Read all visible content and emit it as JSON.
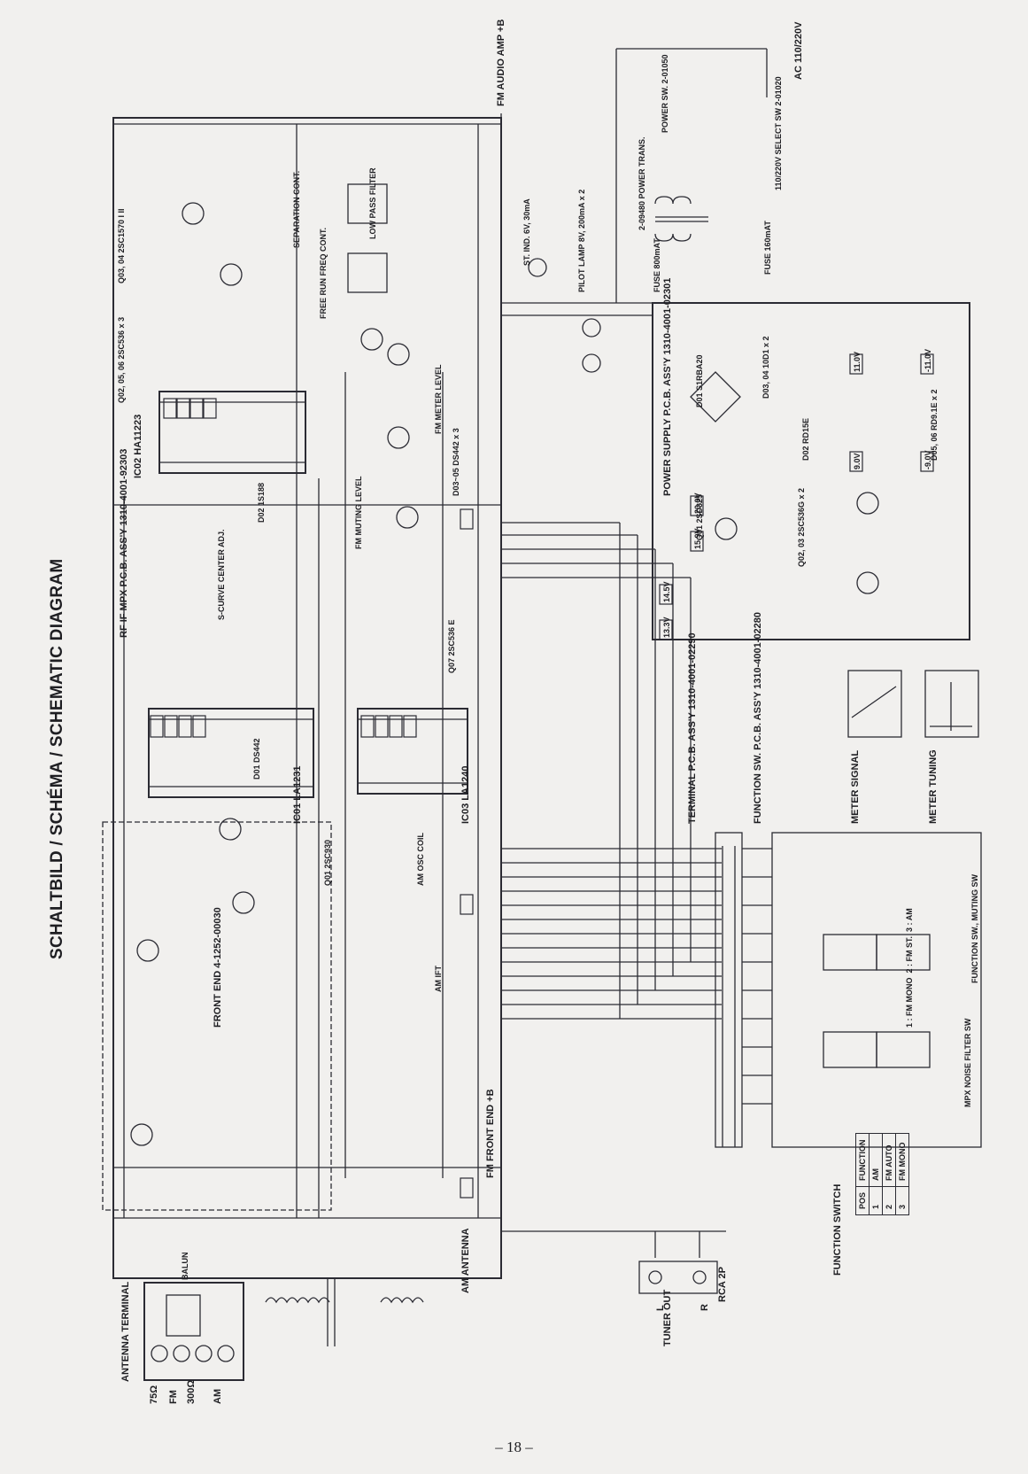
{
  "page": {
    "title": "SCHALTBILD / SCHÉMA / SCHEMATIC DIAGRAM",
    "page_number": "– 18 –"
  },
  "blocks": {
    "rf_if_mpx": {
      "name": "RF IF MPX P.C.B. ASS'Y",
      "part": "1310-4001-92303"
    },
    "front_end": {
      "name": "FRONT END",
      "part": "4-1252-00030"
    },
    "power_supply": {
      "name": "POWER SUPPLY P.C.B. ASS'Y",
      "part": "1310-4001-02301"
    },
    "terminal": {
      "name": "TERMINAL P.C.B. ASS'Y",
      "part": "1310-4001-02290"
    },
    "function_sw": {
      "name": "FUNCTION SW. P.C.B. ASS'Y",
      "part": "1310-4001-02280"
    }
  },
  "ics": {
    "ic01": {
      "ref": "IC01",
      "part": "LA1231"
    },
    "ic02": {
      "ref": "IC02",
      "part": "HA11223"
    },
    "ic03": {
      "ref": "IC03",
      "part": "LA1240"
    }
  },
  "labels": {
    "antenna_terminal": "ANTENNA TERMINAL",
    "ohm75": "75Ω",
    "fm": "FM",
    "ohm300": "300Ω",
    "am": "AM",
    "balun": "BALUN",
    "am_antenna": "AM ANTENNA",
    "tuner_out": "TUNER OUT",
    "rca": "RCA 2P",
    "l": "L",
    "r": "R",
    "fm_front_end_b": "FM FRONT END +B",
    "fm_audio_amp_b": "FM AUDIO AMP +B",
    "st_ind": "ST. IND.",
    "st_ind_rating": "6V, 30mA",
    "pilot_lamp": "PILOT LAMP",
    "pilot_lamp_rating": "8V, 200mA x 2",
    "power_trans": "POWER TRANS.",
    "power_trans_part": "2-09480",
    "power_sw": "POWER SW.",
    "power_sw_part": "2-01050",
    "ac": "AC",
    "ac_voltage": "110/220V",
    "select_sw": "110/220V SELECT SW",
    "select_sw_part": "2-01020",
    "fuse1": "FUSE 800mAT",
    "fuse2": "FUSE 160mAT",
    "meter_signal": "METER SIGNAL",
    "meter_tuning": "METER TUNING",
    "function_sw_muting": "FUNCTION SW., MUTING SW",
    "mpx_noise_filter": "MPX NOISE FILTER SW",
    "low_pass_filter": "LOW PASS FILTER",
    "separation_cont": "SEPARATION CONT.",
    "free_run_freq": "FREE RUN FREQ CONT.",
    "fm_muting_level": "FM MUTING LEVEL",
    "fm_meter_level": "FM METER LEVEL",
    "am_osc_coil": "AM OSC COIL",
    "am_ift": "AM IFT",
    "s_curve_center": "S-CURVE CENTER ADJ.",
    "q01_front": "Q01 2SC930",
    "q07": "Q07 2SC536 E",
    "q03_04": "Q03, 04 2SC1570 I II",
    "q02_05_06": "Q02, 05, 06 2SC536 x 3",
    "d03_05": "D03~05 DS442 x 3",
    "d01": "D01 DS442",
    "d02": "D02 1S188",
    "ps_q01": "Q01 2SD325",
    "ps_d01": "D01 S1RBA20",
    "ps_d02": "D02 RD15E",
    "ps_d03_04": "D03, 04 10D1 x 2",
    "ps_d05_06": "D05, 06 RD9.1E x 2",
    "ps_q02_03": "Q02, 03 2SC536G x 2",
    "v_115": "11.0V",
    "v_m115": "-11.0V",
    "v_20": "20.0V",
    "v_159": "15.9V",
    "v_145": "14.5V",
    "v_133": "13.3V",
    "v_90": "9.0V",
    "v_m90": "-9.0V"
  },
  "function_switch_table": {
    "caption": "FUNCTION SWITCH",
    "headers": [
      "POS",
      "FUNCTION"
    ],
    "rows": [
      [
        "1",
        "AM"
      ],
      [
        "2",
        "FM AUTO"
      ],
      [
        "3",
        "FM MONO"
      ]
    ]
  },
  "sw_positions": {
    "p1": "1 : FM MONO",
    "p2": "2 : FM ST.",
    "p3": "3 : AM"
  }
}
